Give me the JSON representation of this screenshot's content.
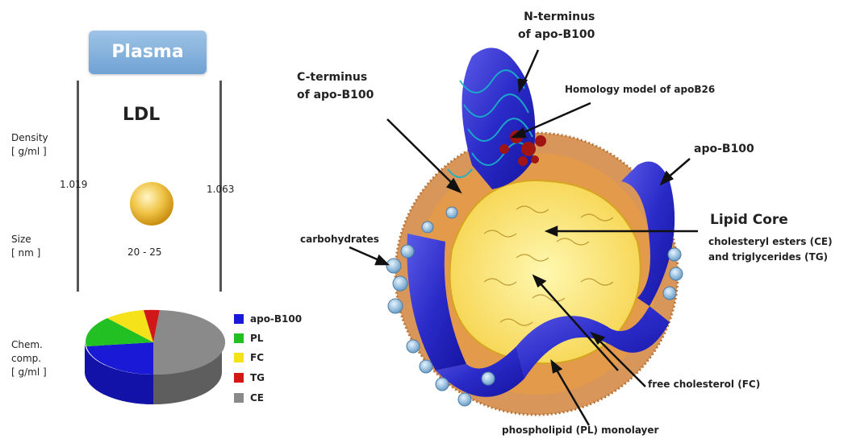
{
  "plasma_label": "Plasma",
  "ldl_label": "LDL",
  "density_label": [
    "Density",
    "[ g/ml ]"
  ],
  "size_label": [
    "Size",
    "[ nm ]"
  ],
  "chem_label": [
    "Chem.",
    "comp.",
    "[ g/ml ]"
  ],
  "density_low": "1.019",
  "density_high": "1.063",
  "size_range": "20 - 25",
  "legend": [
    {
      "label": "apo-B100",
      "color": "#1a1ad6"
    },
    {
      "label": "PL",
      "color": "#22c022"
    },
    {
      "label": "FC",
      "color": "#f5e21a"
    },
    {
      "label": "TG",
      "color": "#d01818"
    },
    {
      "label": "CE",
      "color": "#8a8a8a"
    }
  ],
  "annotations": {
    "n_terminus": [
      "N-terminus",
      "of apo-B100"
    ],
    "c_terminus": [
      "C-terminus",
      "of apo-B100"
    ],
    "homology": "Homology model of apoB26",
    "apo_b100": "apo-B100",
    "lipid_core": "Lipid Core",
    "lipid_core_desc": [
      "cholesteryl esters (CE)",
      "and triglycerides (TG)"
    ],
    "carbohydrates": "carbohydrates",
    "free_cholesterol": "free cholesterol (FC)",
    "phospholipid": "phospholipid (PL) monolayer"
  }
}
